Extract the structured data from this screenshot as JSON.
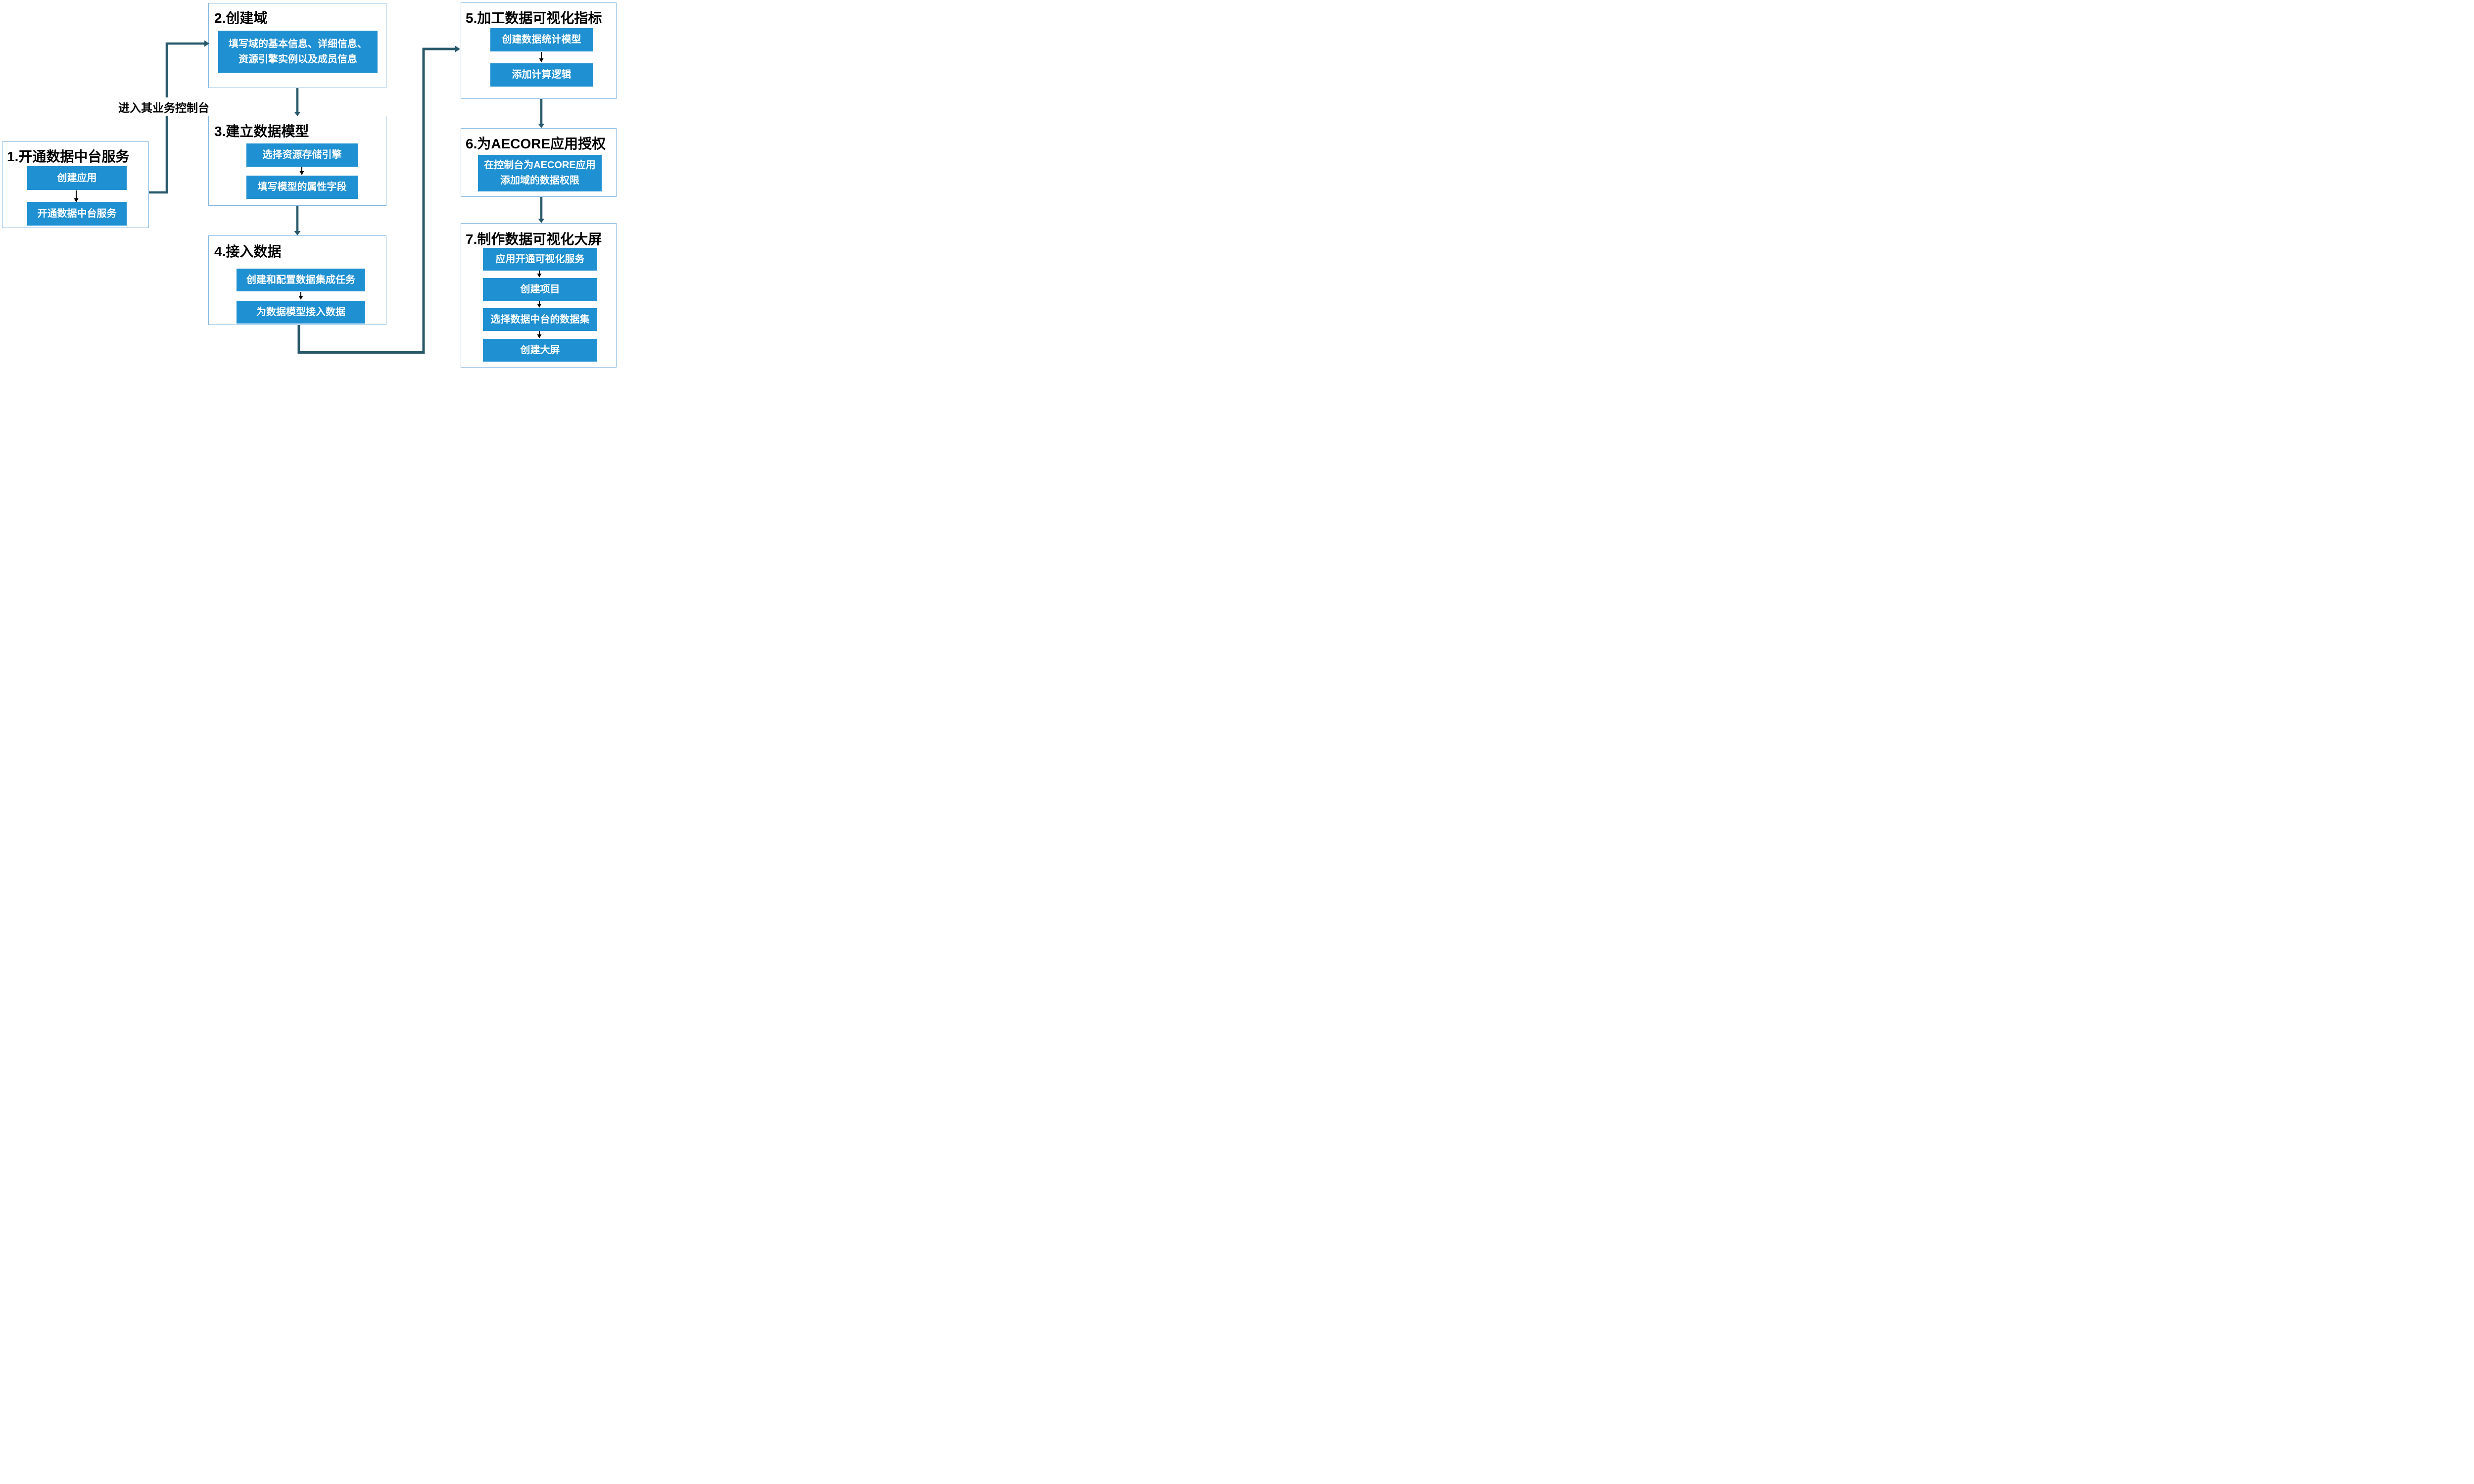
{
  "colors": {
    "box_fill": "#1f90d1",
    "box_border": "#7fb5e0",
    "connector": "#28596a",
    "black_arrow": "#000000",
    "title_text": "#000000",
    "step_text": "#ffffff",
    "background": "#ffffff"
  },
  "flow_label": {
    "text": "进入其业务控制台"
  },
  "groups": [
    {
      "title": "1.开通数据中台服务",
      "steps": [
        "创建应用",
        "开通数据中台服务"
      ]
    },
    {
      "title": "2.创建域",
      "steps": [
        "填写域的基本信息、详细信息、\n资源引擎实例以及成员信息"
      ]
    },
    {
      "title": "3.建立数据模型",
      "steps": [
        "选择资源存储引擎",
        "填写模型的属性字段"
      ]
    },
    {
      "title": "4.接入数据",
      "steps": [
        "创建和配置数据集成任务",
        "为数据模型接入数据"
      ]
    },
    {
      "title": "5.加工数据可视化指标",
      "steps": [
        "创建数据统计模型",
        "添加计算逻辑"
      ]
    },
    {
      "title": "6.为AECORE应用授权",
      "steps": [
        "在控制台为AECORE应用\n添加域的数据权限"
      ]
    },
    {
      "title": "7.制作数据可视化大屏",
      "steps": [
        "应用开通可视化服务",
        "创建项目",
        "选择数据中台的数据集",
        "创建大屏"
      ]
    }
  ]
}
